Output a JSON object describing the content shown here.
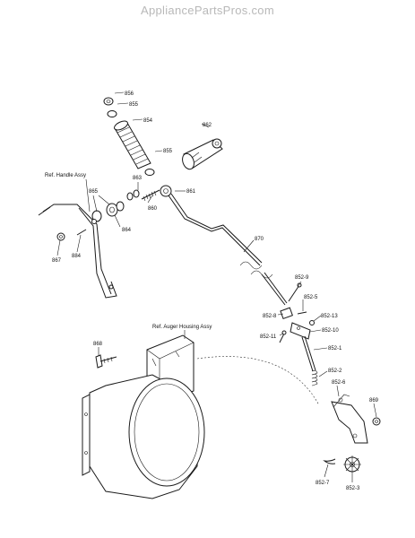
{
  "watermark": "AppliancePartsPros.com",
  "refs": {
    "handle": "Ref. Handle Assy",
    "auger_housing": "Ref. Auger Housing Assy"
  },
  "parts": [
    {
      "id": "856"
    },
    {
      "id": "855"
    },
    {
      "id": "854"
    },
    {
      "id": "862"
    },
    {
      "id": "855b",
      "label": "855"
    },
    {
      "id": "863"
    },
    {
      "id": "865"
    },
    {
      "id": "861"
    },
    {
      "id": "860"
    },
    {
      "id": "864"
    },
    {
      "id": "867"
    },
    {
      "id": "884"
    },
    {
      "id": "870"
    },
    {
      "id": "852-9"
    },
    {
      "id": "852-5"
    },
    {
      "id": "852-13"
    },
    {
      "id": "852-8"
    },
    {
      "id": "852-10"
    },
    {
      "id": "852-11"
    },
    {
      "id": "852-1"
    },
    {
      "id": "868"
    },
    {
      "id": "852-2"
    },
    {
      "id": "852-6"
    },
    {
      "id": "869"
    },
    {
      "id": "852-7"
    },
    {
      "id": "852-3"
    }
  ],
  "labels": {
    "p856": "856",
    "p855": "855",
    "p854": "854",
    "p862": "862",
    "p855b": "855",
    "p863": "863",
    "p865": "865",
    "p861": "861",
    "p860": "860",
    "p864": "864",
    "p867": "867",
    "p884": "884",
    "p870": "870",
    "p852_9": "852-9",
    "p852_5": "852-5",
    "p852_13": "852-13",
    "p852_8": "852-8",
    "p852_10": "852-10",
    "p852_11": "852-11",
    "p852_1": "852-1",
    "p868": "868",
    "p852_2": "852-2",
    "p852_6": "852-6",
    "p869": "869",
    "p852_7": "852-7",
    "p852_3": "852-3"
  }
}
